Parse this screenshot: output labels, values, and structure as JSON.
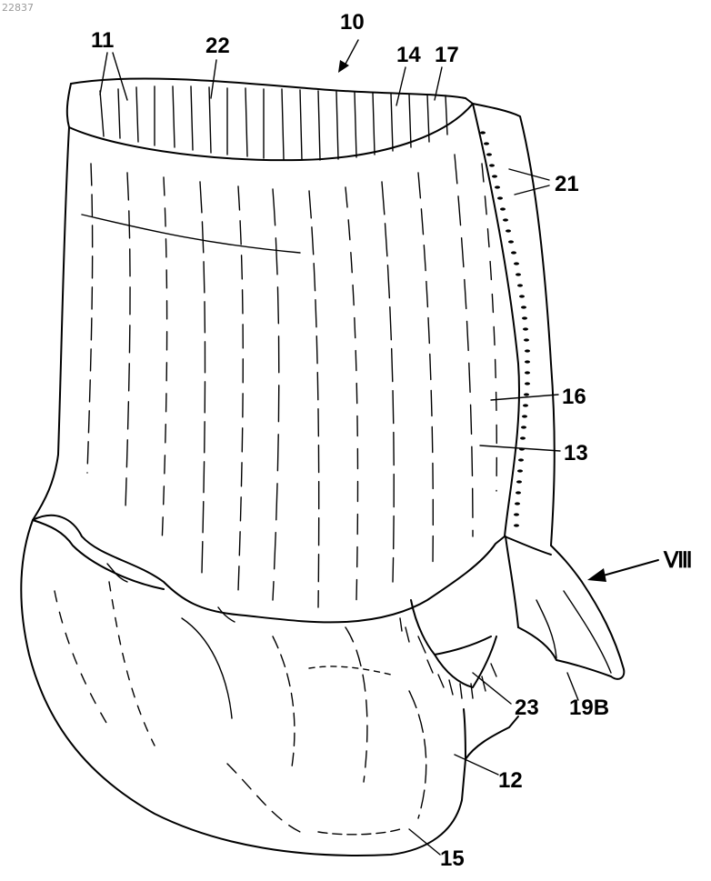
{
  "figure": {
    "corner_id": "22837",
    "view_marker": "Ⅷ",
    "reference_numerals": [
      "10",
      "11",
      "22",
      "14",
      "17",
      "21",
      "16",
      "13",
      "12",
      "15",
      "23",
      "19B"
    ]
  }
}
